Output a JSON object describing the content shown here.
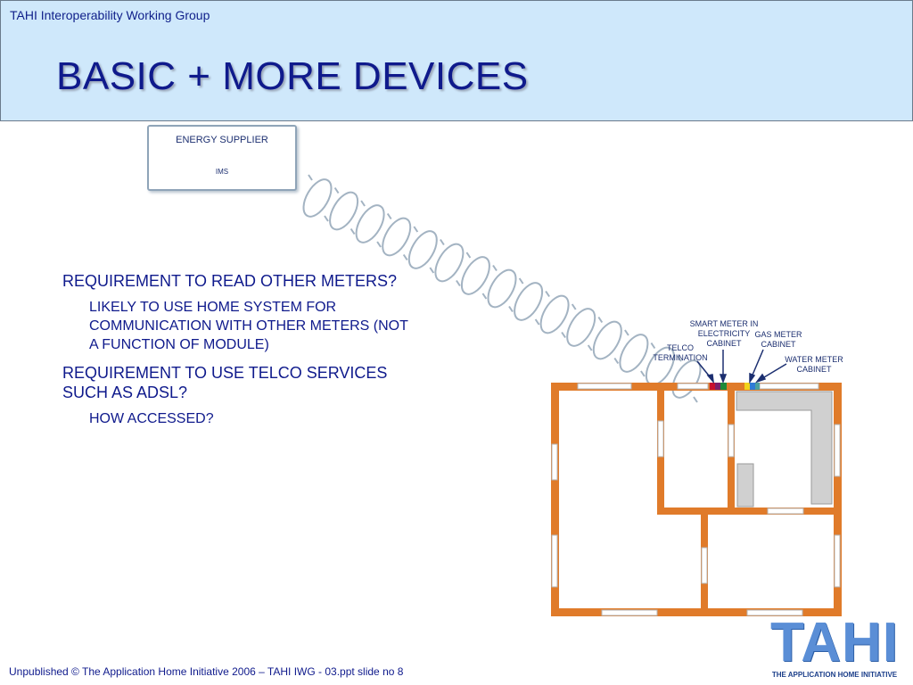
{
  "header": {
    "org": "TAHI Interoperability Working Group",
    "title": "BASIC + MORE DEVICES"
  },
  "supplier": {
    "name": "ENERGY SUPPLIER",
    "sub": "IMS"
  },
  "bullets": [
    {
      "level": 1,
      "text": "REQUIREMENT TO READ OTHER METERS?"
    },
    {
      "level": 2,
      "text": "LIKELY TO USE HOME SYSTEM FOR COMMUNICATION WITH OTHER METERS (NOT A FUNCTION OF MODULE)"
    },
    {
      "level": 1,
      "text": "REQUIREMENT TO USE TELCO SERVICES SUCH AS ADSL?"
    },
    {
      "level": 2,
      "text": "HOW ACCESSED?"
    }
  ],
  "labels": {
    "smart_meter": "SMART METER IN ELECTRICITY CABINET",
    "gas_meter": "GAS METER CABINET",
    "telco": "TELCO TERMINATION",
    "water_meter": "WATER METER CABINET"
  },
  "colors": {
    "wall": "#e07b2a",
    "wave": "#a3b3c2",
    "title": "#0f1a8c",
    "header_bg": "#cfe8fb"
  },
  "footer": {
    "text": "Unpublished © The Application Home Initiative 2006 – TAHI IWG - 03.ppt slide no 8"
  },
  "logo": {
    "big": "TAHI",
    "small": "THE APPLICATION HOME INITIATIVE"
  }
}
